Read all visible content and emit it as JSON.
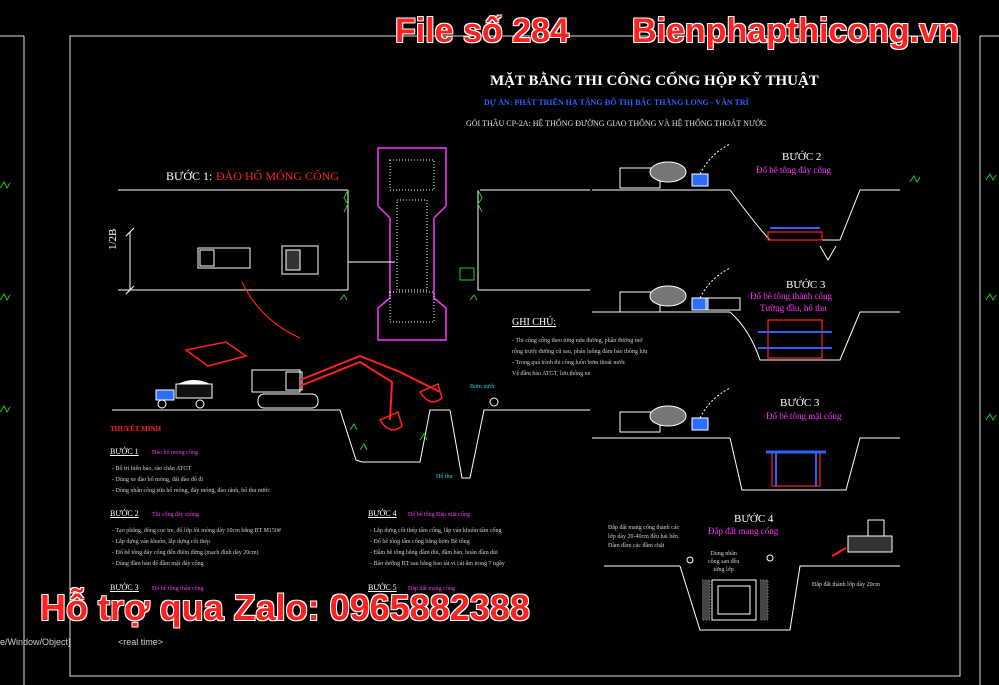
{
  "banner": {
    "file_label": "File số 284",
    "site": "Bienphapthicong.vn",
    "zalo": "Hỗ trợ qua Zalo: 0965882388"
  },
  "title": {
    "main": "MẶT BẰNG THI CÔNG CỐNG HỘP KỸ THUẬT",
    "project": "DỰ ÁN: PHÁT TRIỂN HẠ TẦNG ĐÔ THỊ BẮC THĂNG LONG - VÂN TRÌ",
    "package": "GÓI THẦU CP-2A: HỆ THỐNG ĐƯỜNG GIAO THÔNG VÀ HỆ THỐNG THOÁT NƯỚC"
  },
  "plan": {
    "step1_label": "BƯỚC 1:",
    "step1_title": "ĐÀO HỐ MÓNG CỐNG",
    "dimension": "1/2B"
  },
  "notes": {
    "heading": "GHI CHÚ:",
    "items": [
      "- Thi công cống theo từng nửa đường, phần đường mở",
      "  rộng trước đường cũ sau, phân luồng đảm bảo thông lưu",
      "- Trong quá trình thi công luôn bơm thoát nước",
      "  Vệ đầm bảo ATGT, lưu thông xe"
    ]
  },
  "pump_label": "Bơm nước",
  "pit_label": "Hố thu",
  "explanation": {
    "heading": "THUYẾT MINH",
    "step1": {
      "label": "BƯỚC 1",
      "title": "Đào hố móng cống",
      "items": [
        "- Bố trí biển báo, rào chắn ATGT",
        "- Dùng xe đào hố móng, đất đào đổ đi",
        "- Dùng nhân công sửa hố móng, đáy móng, đào rãnh, hố thu nước"
      ]
    },
    "step2": {
      "label": "BƯỚC 2",
      "title": "Thi công đáy móng",
      "items": [
        "- Tạo phẳng, đóng cọc tre, đổ lớp lót móng dày 10cm bằng BT M150#",
        "- Lắp dựng ván khuôn, lắp dựng cốt thép",
        "- Đổ bê tông đáy cống đến điểm dừng (mạch đỉnh dày 20cm)",
        "- Dùng đầm bàn để đầm mặt đáy cống"
      ]
    },
    "step3": {
      "label": "BƯỚC 3",
      "title": "Đổ bê tông thân cống"
    },
    "step4": {
      "label": "BƯỚC 4",
      "title": "Đổ bê tông Đắp mặt cống",
      "items": [
        "- Lắp dựng cốt thép tấm cống, lắp ván khuôn tấm cống",
        "- Đổ bê tông tấm cống bằng bơm Bê tông",
        "- Đầm bê tông bằng đầm dùi, đầm bàn, hoàn đầm dùi",
        "- Bảo dưỡng BT sau bằng bao tải vì cát ẩm trong 7 ngày"
      ]
    },
    "step5": {
      "label": "BƯỚC 5",
      "title": "Đắp đất mang cống"
    }
  },
  "sections": [
    {
      "label": "BƯỚC 2",
      "title": "Đổ bê tông đáy cống"
    },
    {
      "label": "BƯỚC 3",
      "title": "Đổ bê tông thành cống",
      "subtitle": "Tường đầu, hố thu"
    },
    {
      "label": "BƯỚC 3",
      "title": "Đổ bê tông mặt cống"
    },
    {
      "label": "BƯỚC 4",
      "title": "Đắp đất mang cống"
    }
  ],
  "backfill": {
    "note": [
      "Đắp đất mang cống thành các",
      "lớp dày 20-40cm đều hai bên.",
      "Đầm đầm các đầm chặt"
    ],
    "workers": [
      "Dùng nhân",
      "công san đều",
      "từng lớp"
    ],
    "layers": "Đắp đất thành lớp dày 20cm"
  },
  "command_line": [
    "e/Window/Object]",
    "<real time>"
  ],
  "colors": {
    "frame": "#dcdcdc",
    "green": "#22cc22",
    "magenta": "#ff33ff",
    "red": "#ff2020",
    "blue": "#3366ff",
    "cyan": "#22dddd"
  }
}
